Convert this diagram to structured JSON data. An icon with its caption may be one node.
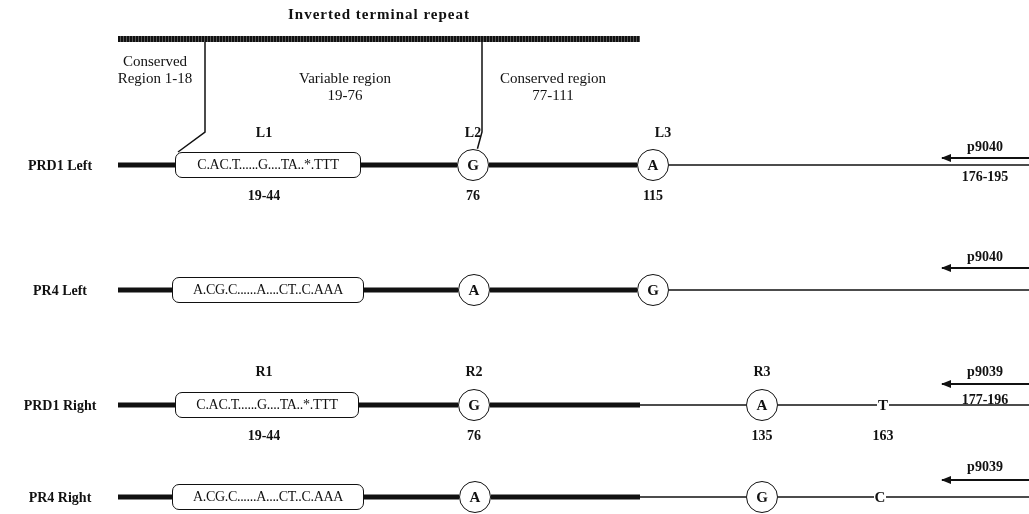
{
  "diagram": {
    "nodes": [
      {
        "text": [
          "Inverted terminal repeat"
        ]
      },
      {
        "text": [
          "C.AC.T......G....TA..*.TTT"
        ],
        "beside": [
          "L1",
          "19-44"
        ]
      },
      {
        "text": [
          "G"
        ],
        "beside": [
          "L2",
          "76"
        ]
      },
      {
        "text": [
          "A"
        ],
        "beside": [
          "L3",
          "115"
        ]
      },
      {
        "text": [
          "A.CG.C......A....CT..C.AAA"
        ]
      },
      {
        "text": [
          "A"
        ]
      },
      {
        "text": [
          "G"
        ]
      },
      {
        "text": [
          "C.AC.T......G....TA..*.TTT"
        ],
        "beside": [
          "R1",
          "19-44"
        ]
      },
      {
        "text": [
          "G"
        ],
        "beside": [
          "R2",
          "76"
        ]
      },
      {
        "text": [
          "A"
        ],
        "beside": [
          "R3",
          "135"
        ]
      },
      {
        "text": [
          "T"
        ],
        "beside": [
          "163"
        ]
      },
      {
        "text": [
          "A.CG.C......A....CT..C.AAA"
        ]
      },
      {
        "text": [
          "A"
        ]
      },
      {
        "text": [
          "G"
        ]
      },
      {
        "text": [
          "C"
        ]
      }
    ],
    "edges": [
      {
        "from": 0,
        "to": 1,
        "arrow": "none"
      },
      {
        "from": 0,
        "to": 2,
        "arrow": "none"
      },
      {
        "from": 1,
        "to": 2,
        "arrow": "none",
        "style": "thick"
      },
      {
        "from": 2,
        "to": 3,
        "arrow": "none",
        "style": "thick"
      },
      {
        "from": 4,
        "to": 5,
        "arrow": "none",
        "style": "thick"
      },
      {
        "from": 5,
        "to": 6,
        "arrow": "none",
        "style": "thick"
      },
      {
        "from": 7,
        "to": 8,
        "arrow": "none",
        "style": "thick"
      },
      {
        "from": 8,
        "to": 9,
        "arrow": "none"
      },
      {
        "from": 9,
        "to": 10,
        "arrow": "none"
      },
      {
        "from": 11,
        "to": 12,
        "arrow": "none",
        "style": "thick"
      },
      {
        "from": 12,
        "to": 13,
        "arrow": "none"
      },
      {
        "from": 13,
        "to": 14,
        "arrow": "none"
      }
    ],
    "labels": [
      "Conserved Region 1-18",
      "Variable region 19-76",
      "Conserved region 77-111",
      "PRD1 Left",
      "p9040",
      "176-195",
      "PR4 Left",
      "p9040",
      "PRD1 Right",
      "p9039",
      "177-196",
      "PR4 Right",
      "p9039"
    ]
  }
}
